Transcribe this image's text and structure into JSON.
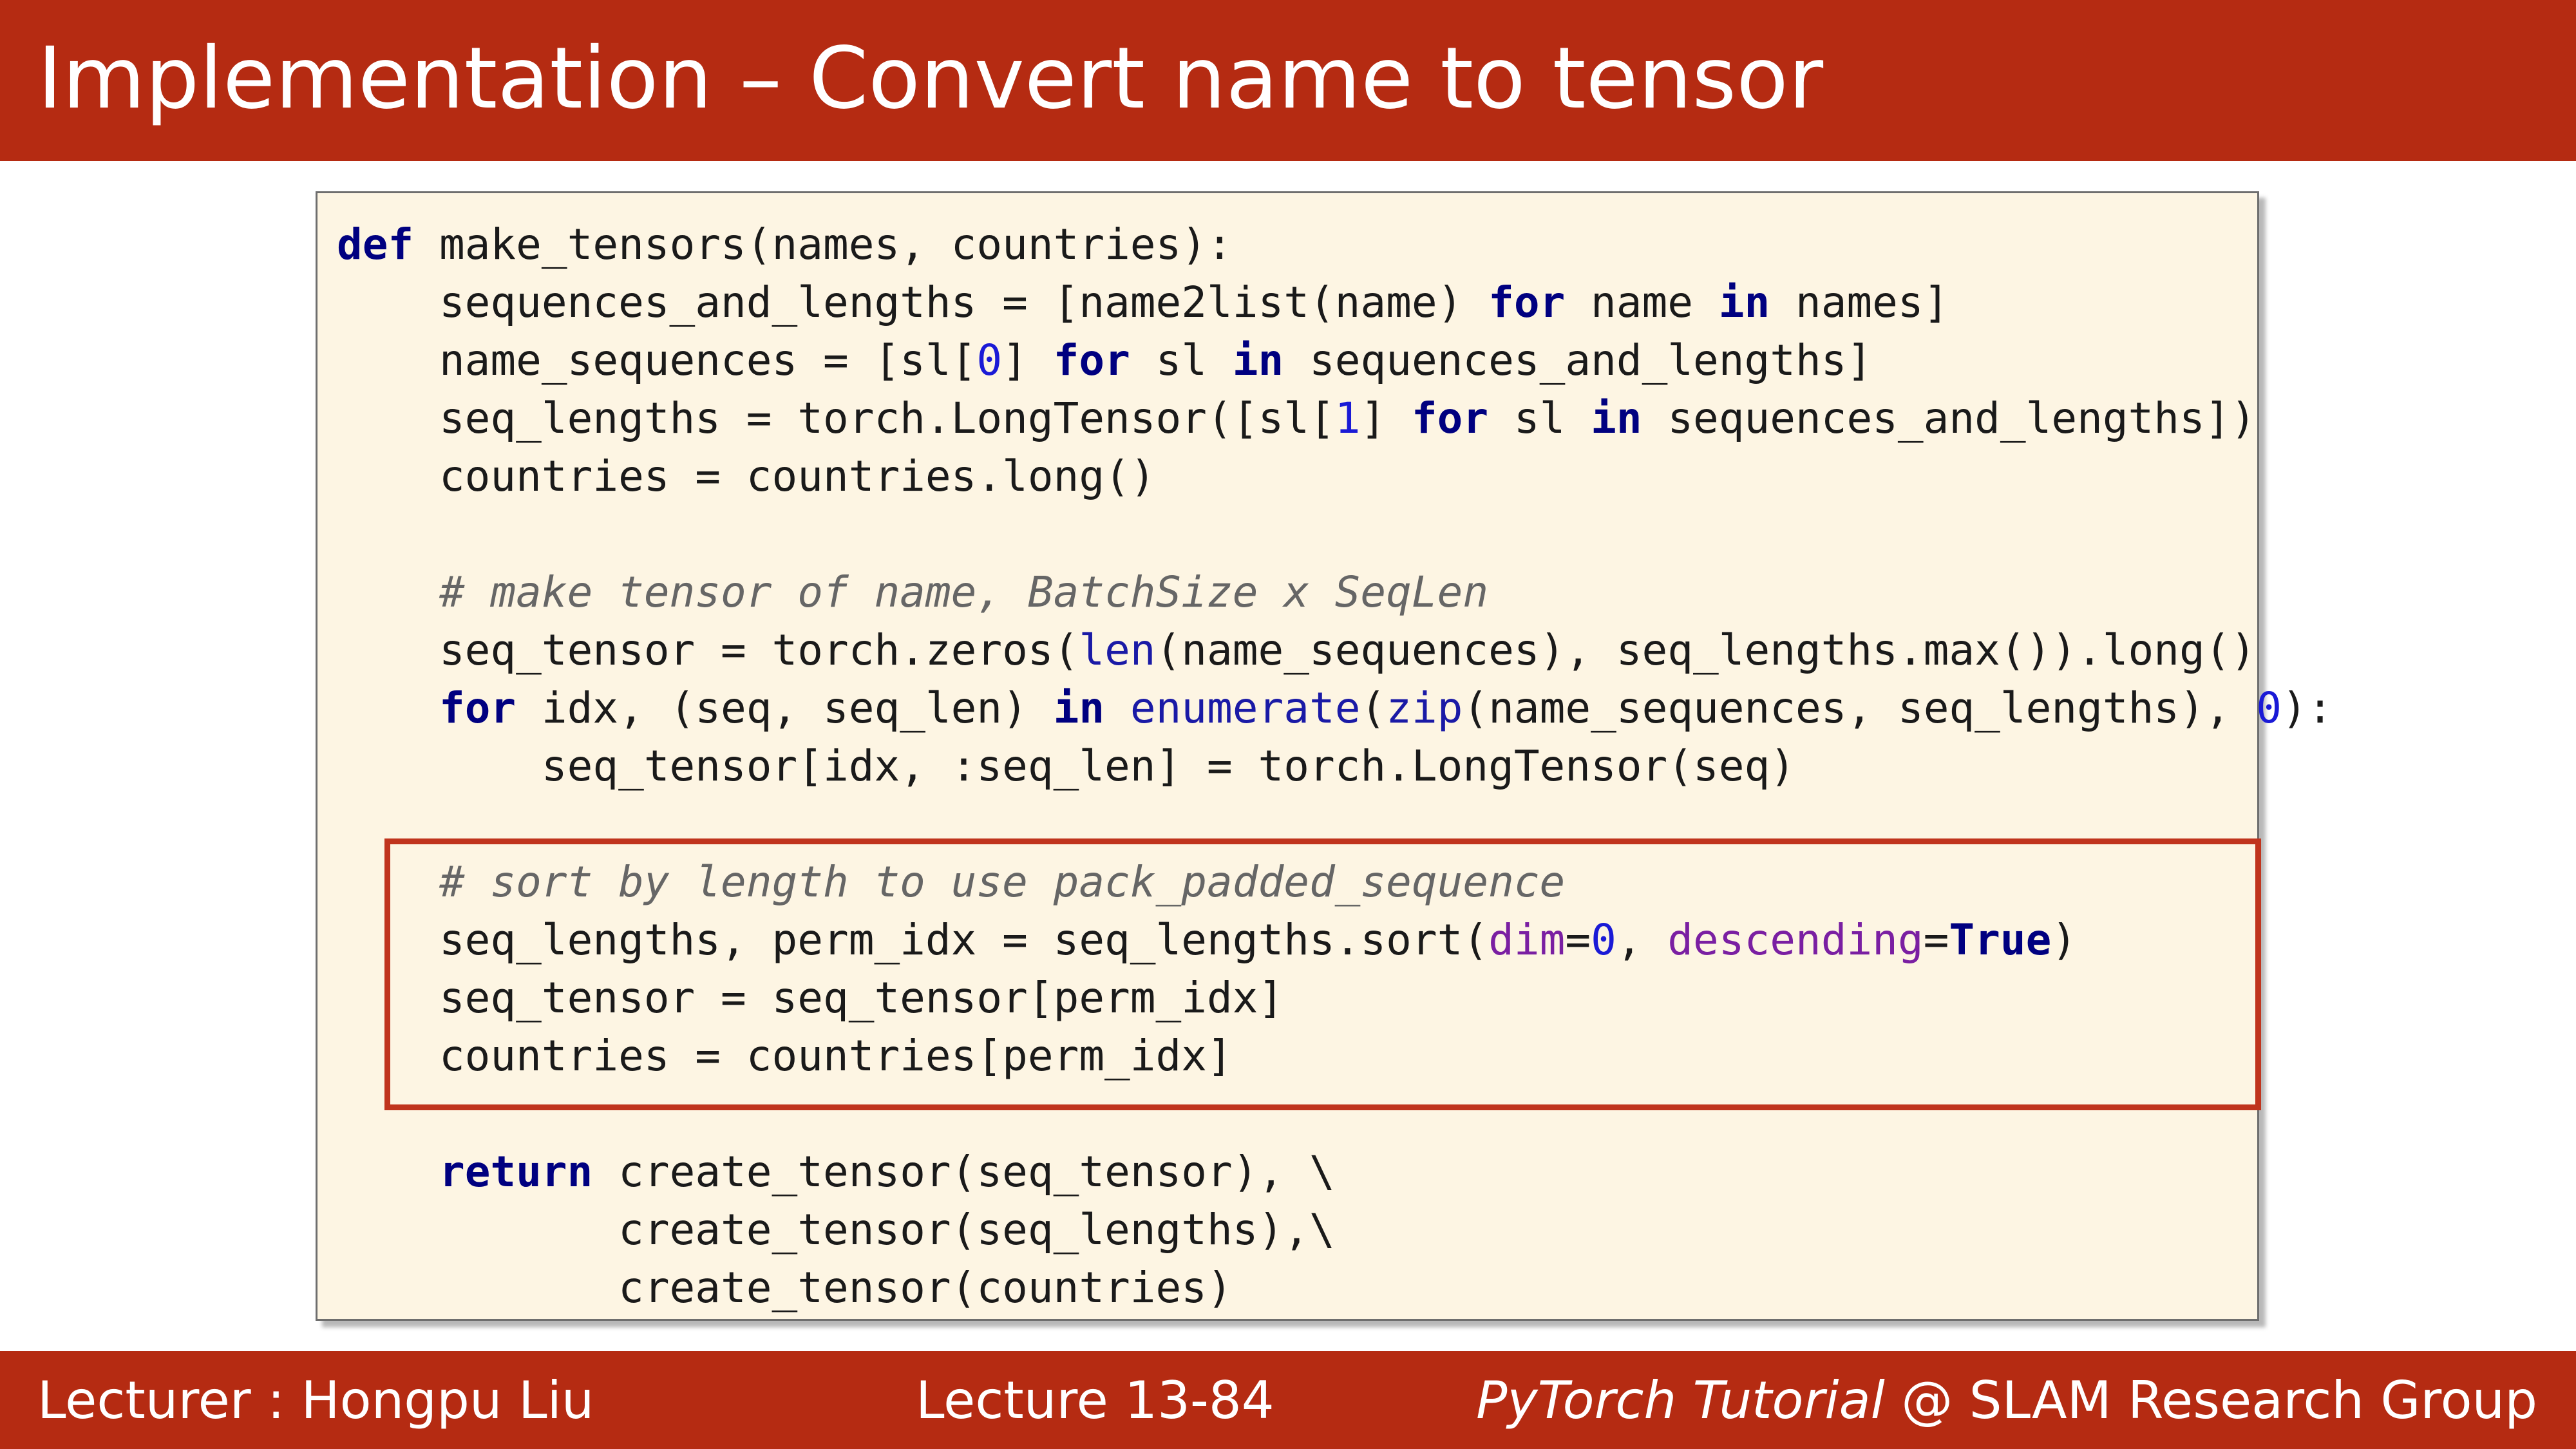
{
  "header": {
    "title": "Implementation – Convert name to tensor"
  },
  "code": {
    "lines": [
      [
        {
          "t": "def",
          "s": "kw"
        },
        {
          "t": " make_tensors(names, countries):",
          "s": ""
        }
      ],
      [
        {
          "t": "    sequences_and_lengths = [name2list(name) ",
          "s": ""
        },
        {
          "t": "for",
          "s": "kw"
        },
        {
          "t": " name ",
          "s": ""
        },
        {
          "t": "in",
          "s": "kw"
        },
        {
          "t": " names]",
          "s": ""
        }
      ],
      [
        {
          "t": "    name_sequences = [sl[",
          "s": ""
        },
        {
          "t": "0",
          "s": "num"
        },
        {
          "t": "] ",
          "s": ""
        },
        {
          "t": "for",
          "s": "kw"
        },
        {
          "t": " sl ",
          "s": ""
        },
        {
          "t": "in",
          "s": "kw"
        },
        {
          "t": " sequences_and_lengths]",
          "s": ""
        }
      ],
      [
        {
          "t": "    seq_lengths = torch.LongTensor([sl[",
          "s": ""
        },
        {
          "t": "1",
          "s": "num"
        },
        {
          "t": "] ",
          "s": ""
        },
        {
          "t": "for",
          "s": "kw"
        },
        {
          "t": " sl ",
          "s": ""
        },
        {
          "t": "in",
          "s": "kw"
        },
        {
          "t": " sequences_and_lengths])",
          "s": ""
        }
      ],
      [
        {
          "t": "    countries = countries.long()",
          "s": ""
        }
      ],
      [
        {
          "t": "",
          "s": ""
        }
      ],
      [
        {
          "t": "    # make tensor of name, BatchSize x SeqLen",
          "s": "cm"
        }
      ],
      [
        {
          "t": "    seq_tensor = torch.zeros(",
          "s": ""
        },
        {
          "t": "len",
          "s": "bi"
        },
        {
          "t": "(name_sequences), seq_lengths.max()).long()",
          "s": ""
        }
      ],
      [
        {
          "t": "    ",
          "s": ""
        },
        {
          "t": "for",
          "s": "kw"
        },
        {
          "t": " idx, (seq, seq_len) ",
          "s": ""
        },
        {
          "t": "in",
          "s": "kw"
        },
        {
          "t": " ",
          "s": ""
        },
        {
          "t": "enumerate",
          "s": "bi"
        },
        {
          "t": "(",
          "s": ""
        },
        {
          "t": "zip",
          "s": "bi"
        },
        {
          "t": "(name_sequences, seq_lengths), ",
          "s": ""
        },
        {
          "t": "0",
          "s": "num"
        },
        {
          "t": "):",
          "s": ""
        }
      ],
      [
        {
          "t": "        seq_tensor[idx, :seq_len] = torch.LongTensor(seq)",
          "s": ""
        }
      ],
      [
        {
          "t": "",
          "s": ""
        }
      ],
      [
        {
          "t": "    # sort by length to use pack_padded_sequence",
          "s": "cm"
        }
      ],
      [
        {
          "t": "    seq_lengths, perm_idx = seq_lengths.sort(",
          "s": ""
        },
        {
          "t": "dim",
          "s": "param"
        },
        {
          "t": "=",
          "s": ""
        },
        {
          "t": "0",
          "s": "num"
        },
        {
          "t": ", ",
          "s": ""
        },
        {
          "t": "descending",
          "s": "param"
        },
        {
          "t": "=",
          "s": ""
        },
        {
          "t": "True",
          "s": "kw"
        },
        {
          "t": ")",
          "s": ""
        }
      ],
      [
        {
          "t": "    seq_tensor = seq_tensor[perm_idx]",
          "s": ""
        }
      ],
      [
        {
          "t": "    countries = countries[perm_idx]",
          "s": ""
        }
      ],
      [
        {
          "t": "",
          "s": ""
        }
      ],
      [
        {
          "t": "    ",
          "s": ""
        },
        {
          "t": "return",
          "s": "kw"
        },
        {
          "t": " create_tensor(seq_tensor), \\",
          "s": ""
        }
      ],
      [
        {
          "t": "           create_tensor(seq_lengths),\\",
          "s": ""
        }
      ],
      [
        {
          "t": "           create_tensor(countries)",
          "s": ""
        }
      ]
    ]
  },
  "footer": {
    "lecturer": "Lecturer : Hongpu Liu",
    "lecture": "Lecture 13-84",
    "course_italic": "PyTorch Tutorial",
    "course_rest": " @ SLAM Research Group"
  },
  "colors": {
    "brand": "#b52b12",
    "code_background": "#fdf5e3",
    "highlight_border": "#c0341d",
    "keyword": "#000080",
    "comment": "#666666"
  }
}
